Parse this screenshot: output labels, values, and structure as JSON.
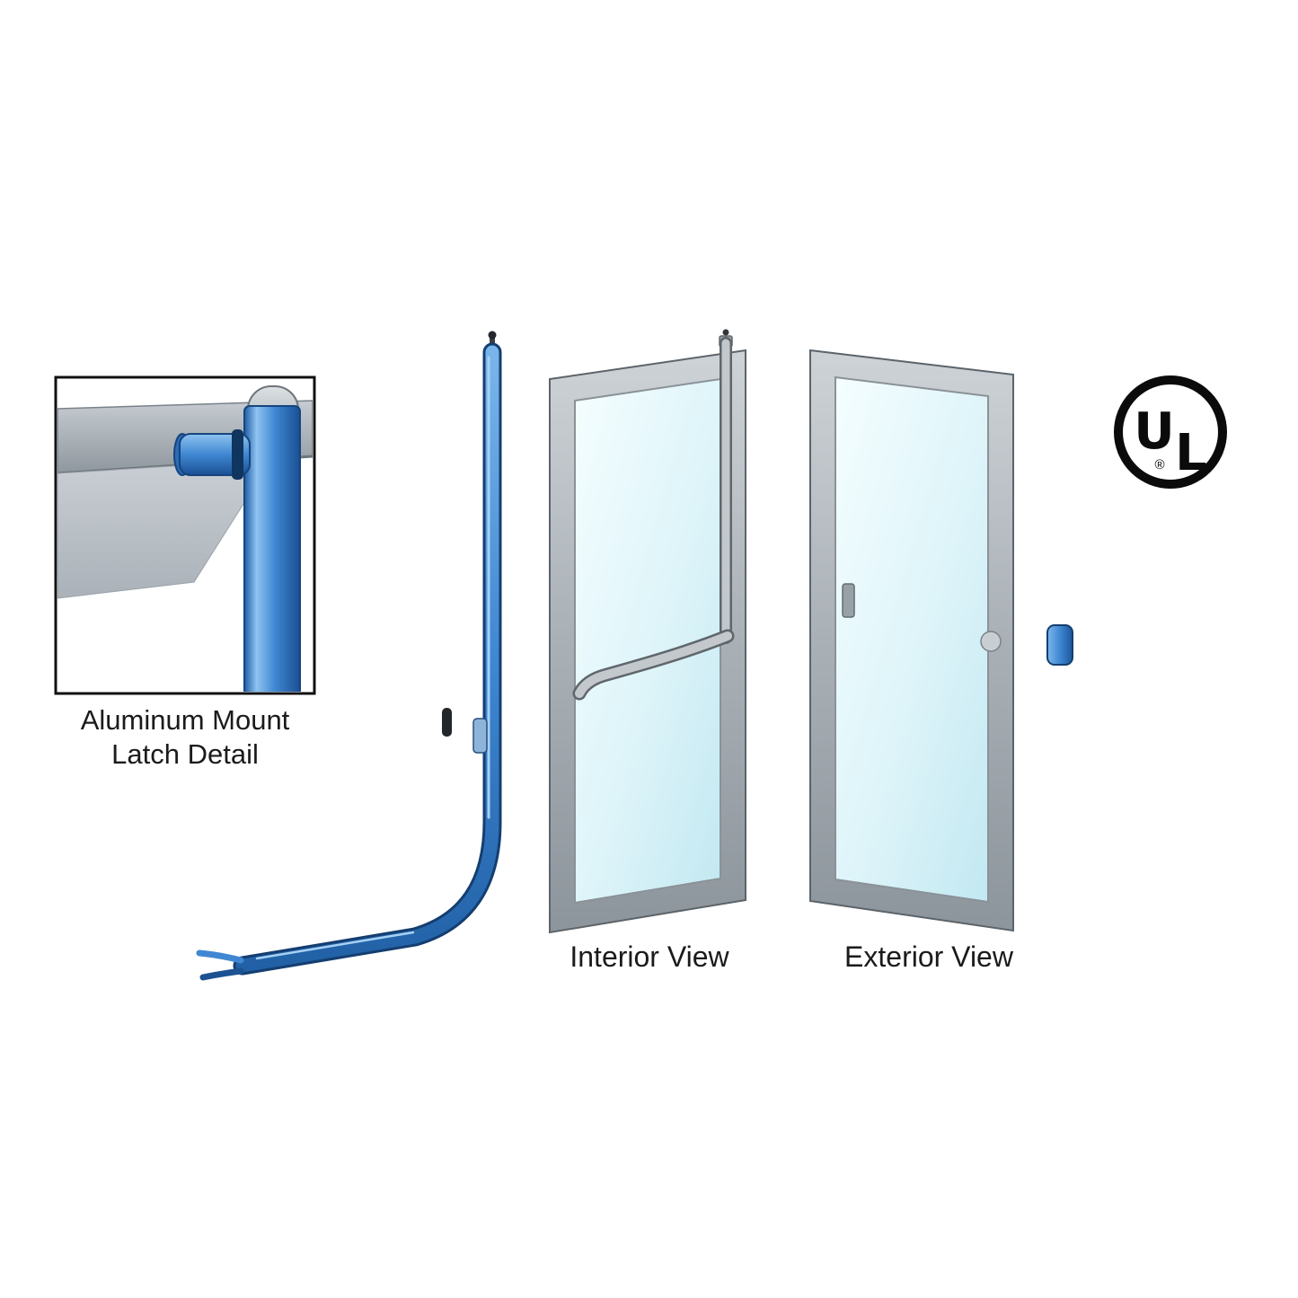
{
  "inset": {
    "caption_line1": "Aluminum Mount",
    "caption_line2": "Latch Detail"
  },
  "views": {
    "interior": "Interior View",
    "exterior": "Exterior View"
  },
  "certification": {
    "letter_u": "U",
    "letter_l": "L",
    "registered": "®"
  },
  "colors": {
    "hardware_blue": "#3f87d2",
    "hardware_blue_light": "#8fc3f0",
    "hardware_blue_dark": "#17457e",
    "frame_gray": "#99a1a8",
    "frame_gray_light": "#c9ced3",
    "glass_tint": "#d6f1f7",
    "text": "#1b1b1b",
    "logo_black": "#0b0b0b"
  }
}
